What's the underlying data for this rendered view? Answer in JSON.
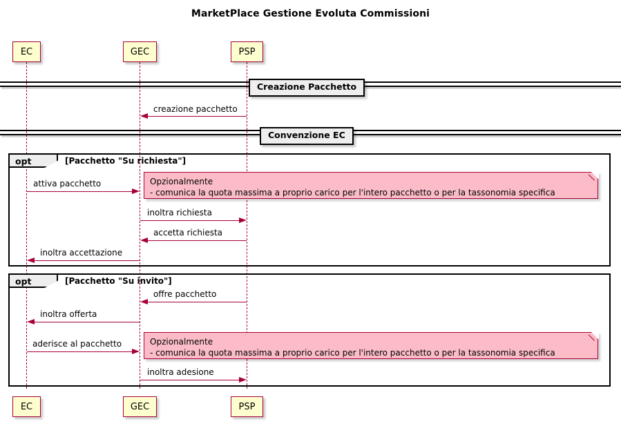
{
  "title": "MarketPlace Gestione Evoluta Commissioni",
  "colors": {
    "participant_fill": "#FEFECE",
    "participant_border": "#A80036",
    "arrow": "#A80036",
    "note_fill": "#FBBCC7",
    "note_border": "#A80036",
    "frame_border": "#000000",
    "frame_tab_fill": "#EEEEEE",
    "divider_fill": "#EEEEEE",
    "background": "#FFFFFF"
  },
  "participants": [
    {
      "id": "EC",
      "label": "EC"
    },
    {
      "id": "GEC",
      "label": "GEC"
    },
    {
      "id": "PSP",
      "label": "PSP"
    }
  ],
  "participants_bottom": [
    {
      "id": "EC",
      "label": "EC"
    },
    {
      "id": "GEC",
      "label": "GEC"
    },
    {
      "id": "PSP",
      "label": "PSP"
    }
  ],
  "dividers": [
    {
      "id": "creazione-pacchetto",
      "label": "Creazione Pacchetto"
    },
    {
      "id": "convenzione-ec",
      "label": "Convenzione EC"
    }
  ],
  "frames": [
    {
      "id": "opt-su-richiesta",
      "type": "opt",
      "condition": "[Pacchetto \"Su richiesta\"]"
    },
    {
      "id": "opt-su-invito",
      "type": "opt",
      "condition": "[Pacchetto \"Su invito\"]"
    }
  ],
  "messages": [
    {
      "id": "creazione-pacchetto",
      "label": "creazione pacchetto",
      "from": "PSP",
      "to": "GEC",
      "direction": "left"
    },
    {
      "id": "attiva-pacchetto",
      "label": "attiva pacchetto",
      "from": "EC",
      "to": "GEC",
      "direction": "right"
    },
    {
      "id": "inoltra-richiesta",
      "label": "inoltra richiesta",
      "from": "GEC",
      "to": "PSP",
      "direction": "right"
    },
    {
      "id": "accetta-richiesta",
      "label": "accetta richiesta",
      "from": "PSP",
      "to": "GEC",
      "direction": "left"
    },
    {
      "id": "inoltra-accettazione",
      "label": "inoltra accettazione",
      "from": "GEC",
      "to": "EC",
      "direction": "left"
    },
    {
      "id": "offre-pacchetto",
      "label": "offre pacchetto",
      "from": "PSP",
      "to": "GEC",
      "direction": "left"
    },
    {
      "id": "inoltra-offerta",
      "label": "inoltra offerta",
      "from": "GEC",
      "to": "EC",
      "direction": "left"
    },
    {
      "id": "aderisce-al-pacchetto",
      "label": "aderisce al pacchetto",
      "from": "EC",
      "to": "GEC",
      "direction": "right"
    },
    {
      "id": "inoltra-adesione",
      "label": "inoltra adesione",
      "from": "GEC",
      "to": "PSP",
      "direction": "right"
    }
  ],
  "notes": [
    {
      "id": "note-su-richiesta",
      "line1": "Opzionalmente",
      "line2": "- comunica la quota massima a proprio carico per l'intero pacchetto o per la tassonomia specifica"
    },
    {
      "id": "note-su-invito",
      "line1": "Opzionalmente",
      "line2": "- comunica la quota massima a proprio carico per l'intero pacchetto o per la tassonomia specifica"
    }
  ]
}
